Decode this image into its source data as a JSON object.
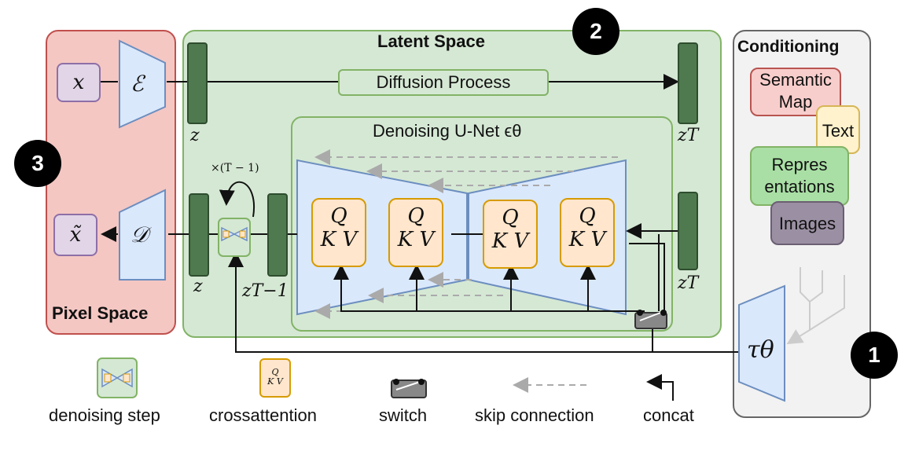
{
  "panels": {
    "pixel_space": "Pixel Space",
    "latent_space": "Latent Space",
    "conditioning": "Conditioning",
    "unet": "Denoising U-Net ϵθ"
  },
  "symbols": {
    "x": "x",
    "x_tilde": "x̃",
    "encoder": "ℰ",
    "decoder": "𝒟",
    "z_left_top": "z",
    "z_left_bottom": "z",
    "z_t_top": "zT",
    "z_t_bottom": "zT",
    "z_t_minus_1": "zT−1",
    "times_t_minus_1": "×(T − 1)",
    "tau_theta": "τθ"
  },
  "diffusion_process": "Diffusion Process",
  "qkv": [
    {
      "q": "Q",
      "kv": "K V"
    },
    {
      "q": "Q",
      "kv": "K V"
    },
    {
      "q": "Q",
      "kv": "K V"
    },
    {
      "q": "Q",
      "kv": "K V"
    }
  ],
  "conditioning_items": {
    "semantic_map": "Semantic Map",
    "text": "Text",
    "representations": "Repres entations",
    "images": "Images"
  },
  "legend": {
    "denoising_step": "denoising step",
    "crossattention": "crossattention",
    "switch": "switch",
    "skip_connection": "skip connection",
    "concat": "concat",
    "qkv_q": "Q",
    "qkv_kv": "K V"
  },
  "badges": [
    "1",
    "2",
    "3"
  ],
  "colors": {
    "pixel_fill": "#f4c7c3",
    "latent_fill": "#d5e8d4",
    "blue_fill": "#dae8fc",
    "orange_fill": "#ffe6cc",
    "purple_fill": "#e1d5e7",
    "dark_green": "#4f7a4f"
  }
}
